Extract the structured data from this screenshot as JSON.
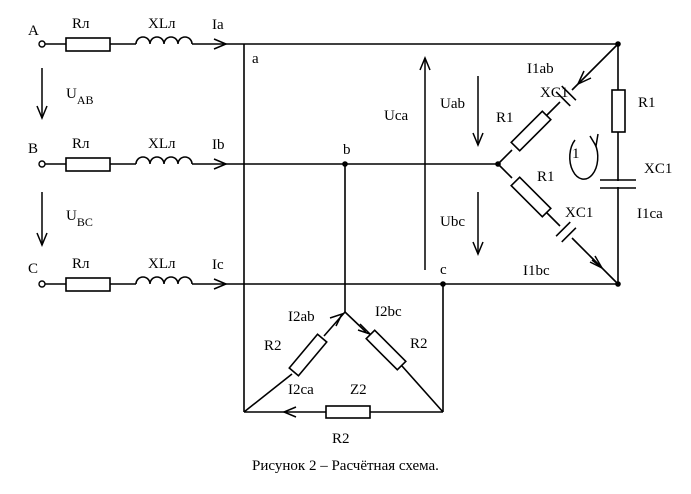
{
  "terminals": {
    "a_in": "A",
    "b_in": "B",
    "c_in": "C"
  },
  "line": {
    "r": "Rл",
    "xl": "XLл",
    "ia": "Ia",
    "ib": "Ib",
    "ic": "Ic"
  },
  "voltages": {
    "uab_left": "U",
    "uab_left_sub": "AB",
    "ubc_left": "U",
    "ubc_left_sub": "BC",
    "uca": "Uca",
    "uab": "Uab",
    "ubc": "Ubc"
  },
  "nodes": {
    "a": "a",
    "b": "b",
    "c": "c"
  },
  "load1": {
    "i1ab": "I1ab",
    "xc1_ab": "XC1",
    "r1_ab": "R1",
    "r1_ca": "R1",
    "xc1_ca": "XC1",
    "i1ca": "I1ca",
    "r1_bc": "R1",
    "xc1_bc": "XC1",
    "i1bc": "I1bc",
    "loop": "1"
  },
  "load2": {
    "i2ab": "I2ab",
    "r2_ab": "R2",
    "i2bc": "I2bc",
    "r2_bc": "R2",
    "i2ca": "I2ca",
    "z2": "Z2",
    "r2_ca": "R2"
  },
  "caption": "Рисунок 2 – Расчётная схема."
}
